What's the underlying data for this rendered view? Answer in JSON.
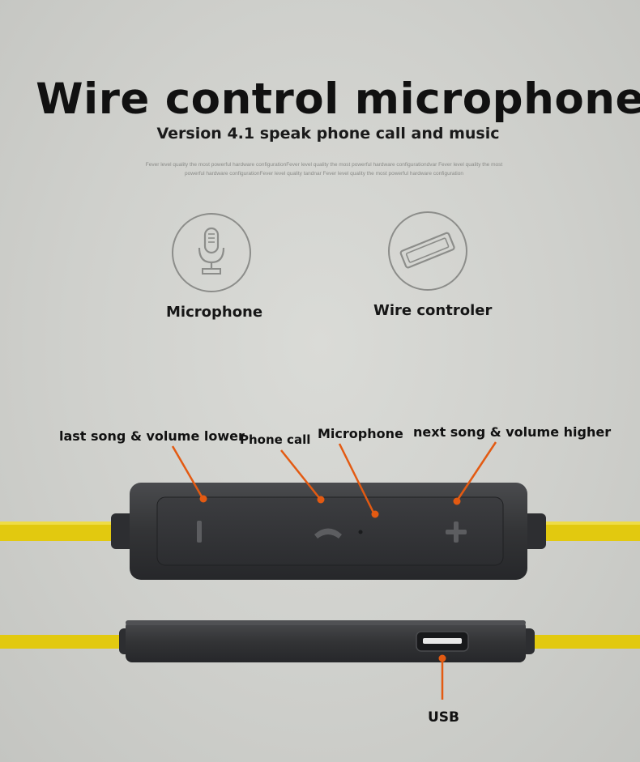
{
  "header": {
    "title": "Wire control microphone",
    "subtitle": "Version 4.1 speak phone call and music",
    "fine_print_line1": "Fever level quality the most powerful hardware configurationFever level quality the most powerful hardware configurationdvar Fever level quality the most",
    "fine_print_line2": "powerful hardware configurationFever level quality tandnar Fever level quality the most powerful hardware configuration"
  },
  "features": [
    {
      "label": "Microphone",
      "icon": "microphone-icon"
    },
    {
      "label": "Wire controler",
      "icon": "wire-controller-icon"
    }
  ],
  "callouts": {
    "last_song": "last song & volume lower",
    "phone_call": "Phone call",
    "microphone": "Microphone",
    "next_song": "next song & volume higher",
    "usb": "USB"
  },
  "colors": {
    "accent": "#e35a12",
    "cable": "#e2c90f",
    "device": "#3a3b3d",
    "background": "#d5d6d2"
  }
}
